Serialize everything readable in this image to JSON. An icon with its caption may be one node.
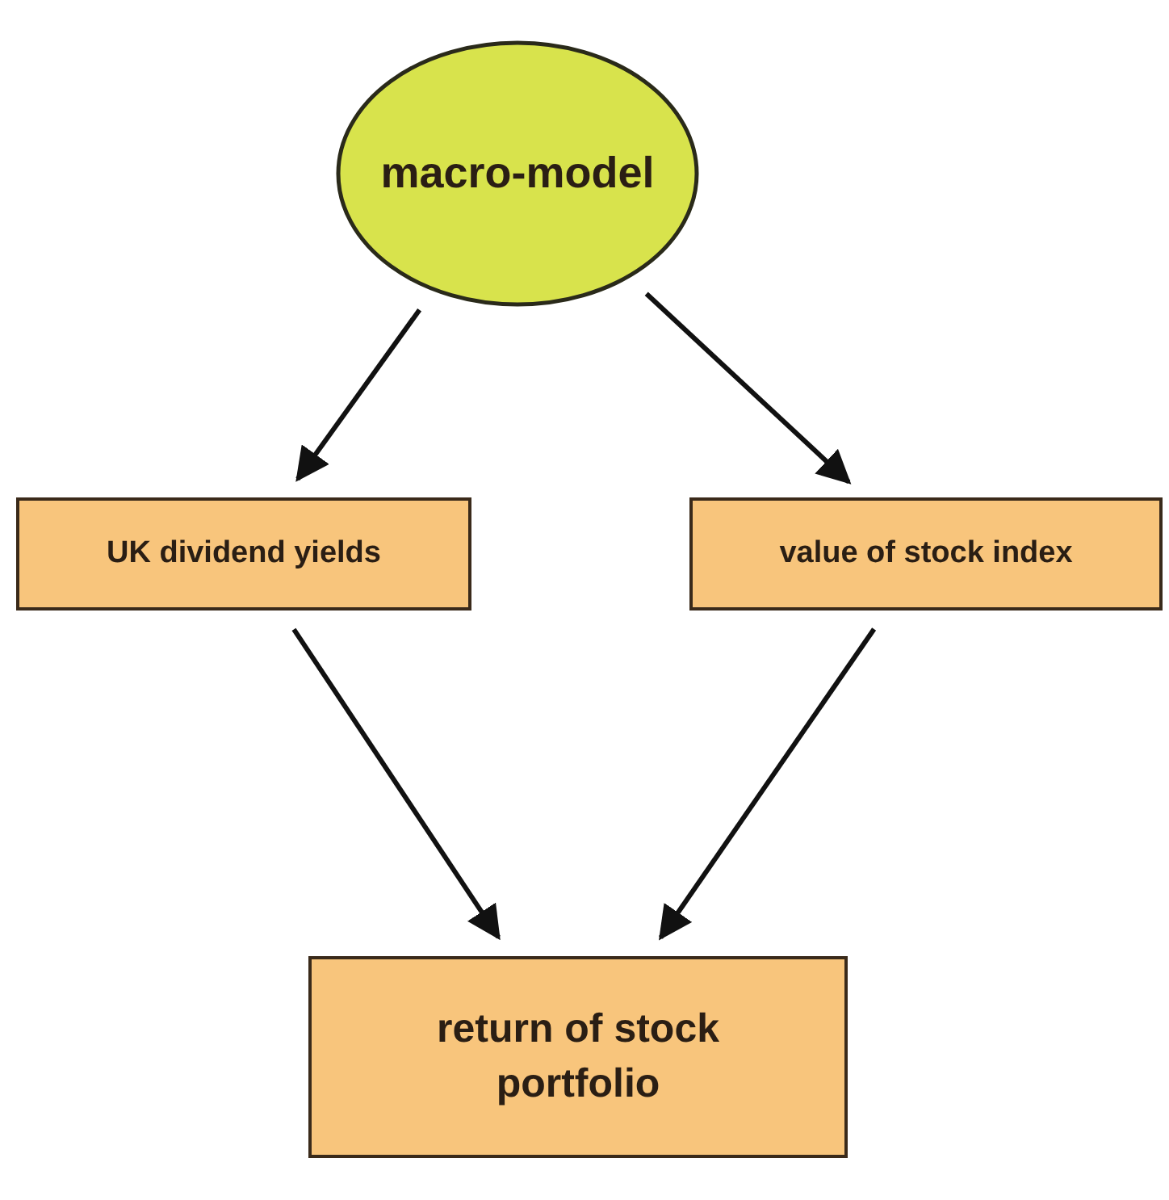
{
  "diagram": {
    "nodes": [
      {
        "text": [
          "macro-model"
        ]
      },
      {
        "text": [
          "UK dividend yields"
        ]
      },
      {
        "text": [
          "value of stock index"
        ]
      },
      {
        "text": [
          "return of stock portfolio"
        ]
      }
    ],
    "edges": [
      {
        "from": 0,
        "to": 1,
        "arrow": "to"
      },
      {
        "from": 0,
        "to": 2,
        "arrow": "to"
      },
      {
        "from": 1,
        "to": 3,
        "arrow": "to"
      },
      {
        "from": 2,
        "to": 3,
        "arrow": "to"
      }
    ]
  }
}
